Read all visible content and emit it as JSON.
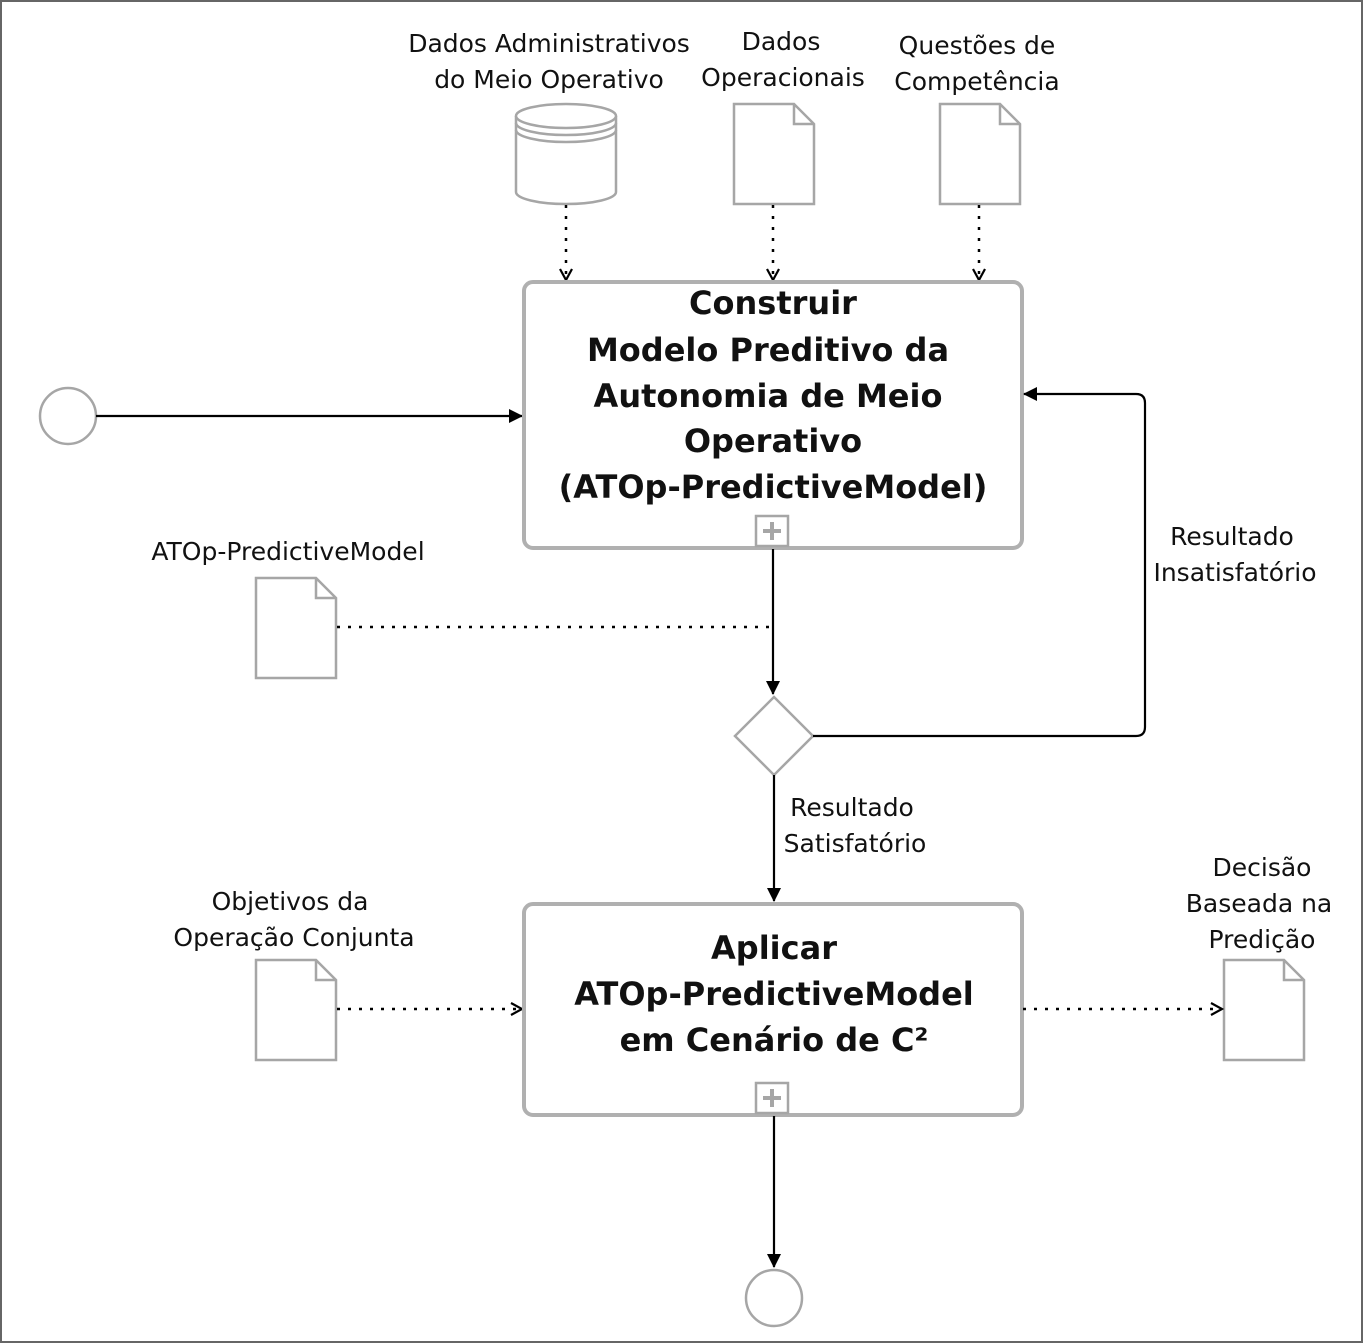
{
  "inputs": {
    "admin_data": [
      "Dados Administrativos",
      "do Meio Operativo"
    ],
    "operational_data": [
      "Dados",
      "Operacionais"
    ],
    "competence_questions": [
      "Questões de",
      "Competência"
    ]
  },
  "task_build": {
    "title_lines": [
      "Construir",
      "Modelo Preditivo da",
      "Autonomia de Meio",
      "Operativo",
      "(ATOp-PredictiveModel)"
    ]
  },
  "artifact_model": {
    "label": "ATOp-PredictiveModel"
  },
  "gateway": {
    "unsatisfactory_label": [
      "Resultado",
      "Insatisfatório"
    ],
    "satisfactory_label": [
      "Resultado",
      "Satisfatório"
    ]
  },
  "objectives": {
    "label": [
      "Objetivos  da",
      "Operação Conjunta"
    ]
  },
  "task_apply": {
    "title_lines": [
      "Aplicar",
      "ATOp-PredictiveModel",
      "em Cenário de C²"
    ]
  },
  "output": {
    "label": [
      "Decisão",
      "Baseada na",
      "Predição"
    ]
  }
}
